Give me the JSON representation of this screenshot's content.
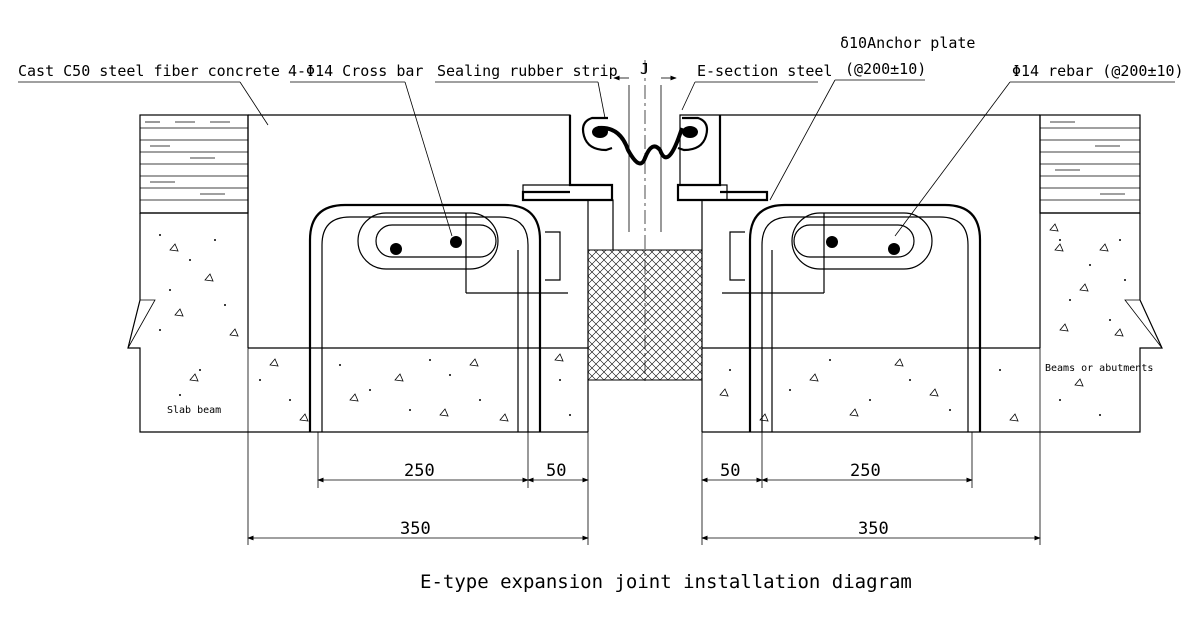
{
  "labels": {
    "concrete": "Cast C50 steel fiber concrete",
    "cross_bar": "4-Φ14 Cross bar",
    "sealing": "Sealing rubber strip",
    "gap": "J",
    "e_section": "E-section steel",
    "anchor_1": "δ10Anchor plate",
    "anchor_2": "(@200±10)",
    "rebar": "Φ14 rebar (@200±10)",
    "slab_beam": "Slab beam",
    "beams": "Beams or abutments"
  },
  "dimensions": {
    "left_250": "250",
    "left_50": "50",
    "right_50": "50",
    "right_250": "250",
    "left_350": "350",
    "right_350": "350"
  },
  "caption": "E-type expansion joint installation diagram"
}
